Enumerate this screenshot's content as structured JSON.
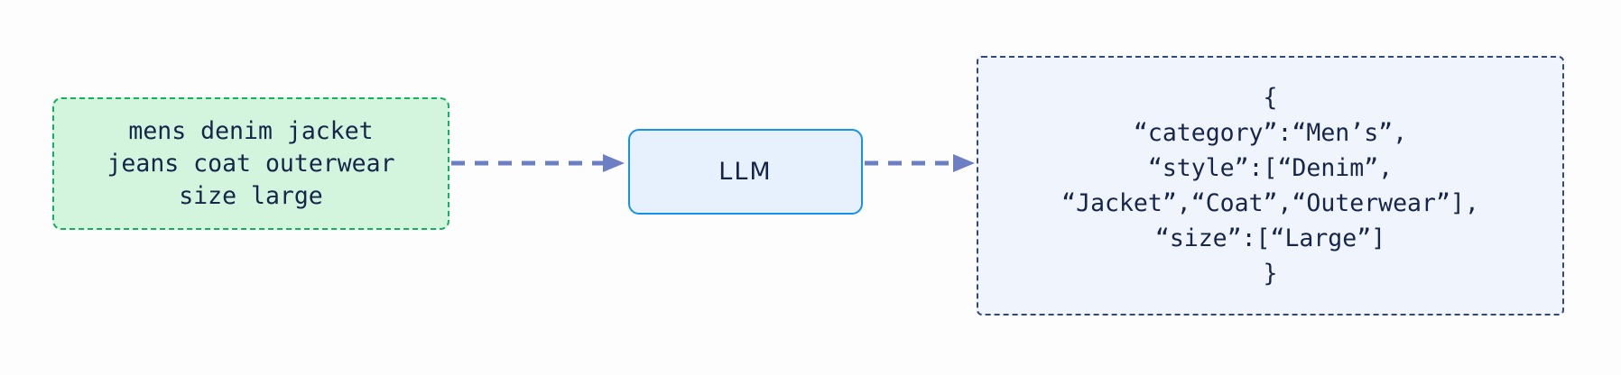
{
  "diagram": {
    "type": "flow",
    "background_color": "#fdfdfe",
    "nodes": [
      {
        "id": "input",
        "role": "input-query",
        "text": "mens denim jacket\njeans coat outerwear\nsize large",
        "fill": "#d3f5de",
        "border_color": "#12b05f",
        "border_style": "dashed"
      },
      {
        "id": "llm",
        "role": "processor",
        "text": "LLM",
        "fill": "#e6f1fd",
        "border_color": "#1592ec",
        "border_style": "solid"
      },
      {
        "id": "output",
        "role": "structured-output",
        "text": "{\n“category”:“Men’s”,\n“style”:[“Denim”,\n“Jacket”,“Coat”,“Outerwear”],\n“size”:[“Large”]\n}",
        "fill": "#eff4fd",
        "border_color": "#31487f",
        "border_style": "dashed"
      }
    ],
    "edges": [
      {
        "id": "edge-input-llm",
        "from": "input",
        "to": "llm",
        "style": "dashed",
        "color": "#6c7fc4",
        "arrowhead": "filled-triangle"
      },
      {
        "id": "edge-llm-output",
        "from": "llm",
        "to": "output",
        "style": "dashed",
        "color": "#6c7fc4",
        "arrowhead": "filled-triangle"
      }
    ]
  }
}
